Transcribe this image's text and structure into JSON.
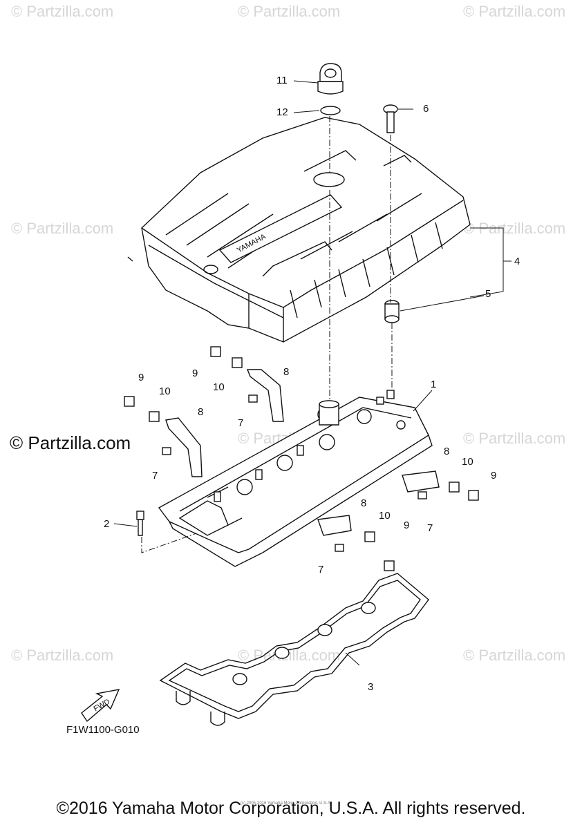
{
  "watermark": "© Partzilla.com",
  "watermark_brand": "© Partzilla.com",
  "callouts": [
    "1",
    "2",
    "3",
    "4",
    "5",
    "6",
    "7",
    "8",
    "9",
    "10",
    "11",
    "12"
  ],
  "cover_logo": "YAMAHA",
  "fwd_label": "FWD",
  "diagram_code": "F1W1100-G010",
  "copyright_small": "(c) 2005-2016 Yamaha Motor Corporation, U.S.A.",
  "copyright": "©2016 Yamaha Motor Corporation, U.S.A. All rights reserved."
}
